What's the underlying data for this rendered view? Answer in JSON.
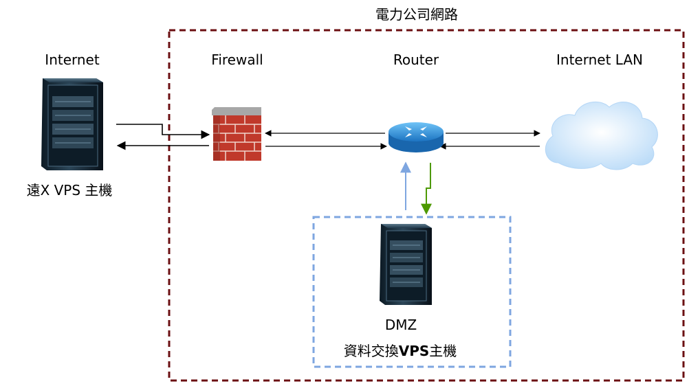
{
  "zone": {
    "title": "電力公司網路"
  },
  "nodes": {
    "internet": {
      "title": "Internet",
      "caption": "遠X VPS 主機"
    },
    "firewall": {
      "title": "Firewall"
    },
    "router": {
      "title": "Router"
    },
    "lan": {
      "title": "Internet LAN"
    },
    "dmz": {
      "title": "DMZ",
      "caption_prefix": "資料交換",
      "caption_bold": "VPS",
      "caption_suffix": "主機"
    }
  },
  "colors": {
    "zone_border": "#6b0f12",
    "dmz_border": "#7ea6e0",
    "arrow_black": "#000000",
    "arrow_blue": "#7ea6e0",
    "arrow_green": "#4d9900",
    "cloud": "#c9e3fb",
    "firewall_brick": "#c0392b",
    "router_blue": "#2f8fd8"
  },
  "icons": {
    "internet": "server-rack-icon",
    "firewall": "brick-firewall-icon",
    "router": "router-icon",
    "lan": "cloud-icon",
    "dmz": "server-rack-icon"
  }
}
